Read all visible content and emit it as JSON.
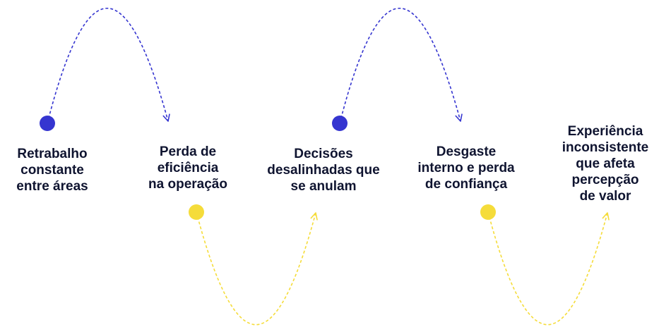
{
  "colors": {
    "text": "#0f1430",
    "blue": "#3535d0",
    "yellow": "#f5dc3a"
  },
  "steps": [
    {
      "label": "Retrabalho\nconstante\nentre áreas"
    },
    {
      "label": "Perda de\neficiência\nna operação"
    },
    {
      "label": "Decisões\ndesalinhadas que\nse anulam"
    },
    {
      "label": "Desgaste\ninterno e perda\nde confiança"
    },
    {
      "label": "Experiência\ninconsistente\nque afeta\npercepção\nde valor"
    }
  ],
  "connectors": [
    {
      "from_step": 1,
      "to_step": 2,
      "color": "blue",
      "direction": "up"
    },
    {
      "from_step": 2,
      "to_step": 3,
      "color": "yellow",
      "direction": "down"
    },
    {
      "from_step": 3,
      "to_step": 4,
      "color": "blue",
      "direction": "up"
    },
    {
      "from_step": 4,
      "to_step": 5,
      "color": "yellow",
      "direction": "down"
    }
  ],
  "icons": {
    "node": "filled-circle-icon",
    "arrow": "chevron-arrow-icon"
  }
}
